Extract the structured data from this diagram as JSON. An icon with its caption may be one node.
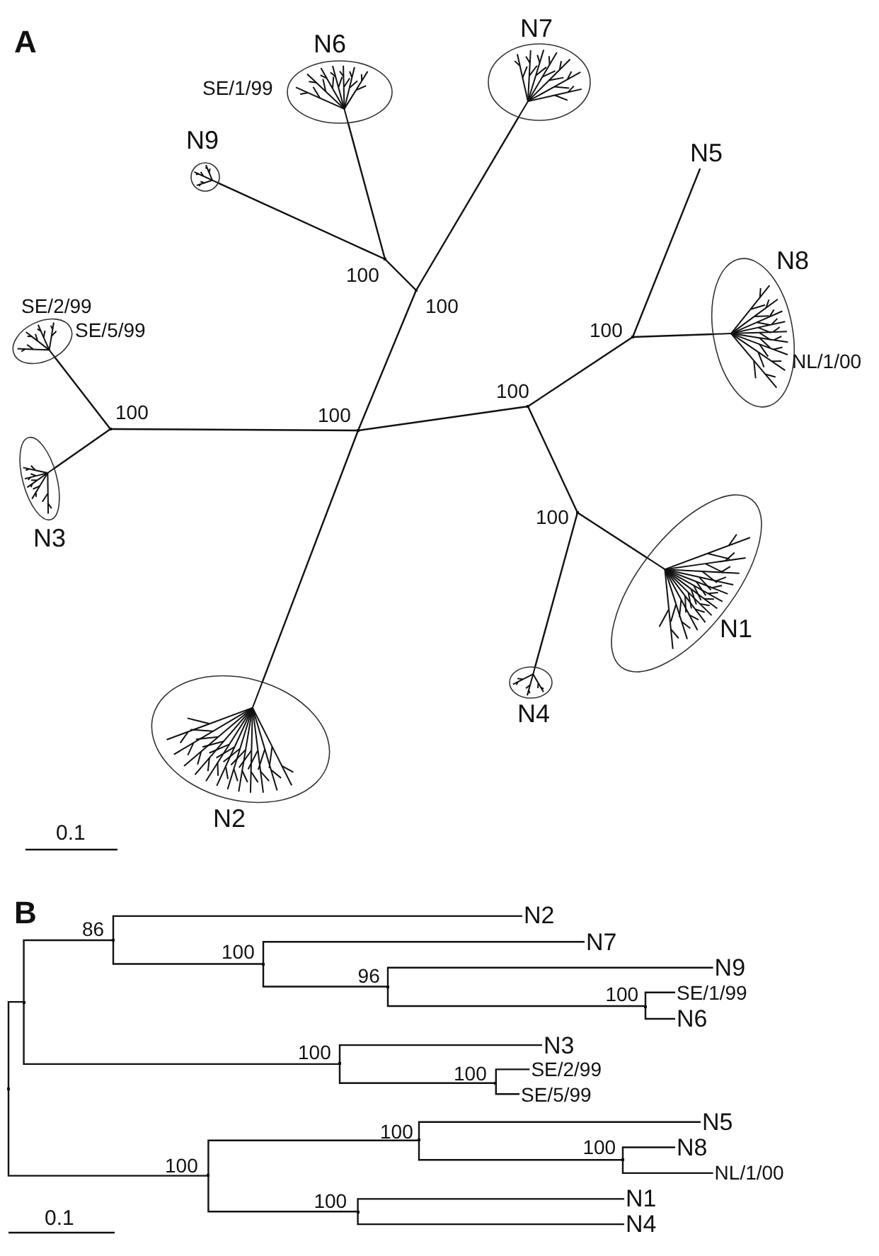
{
  "diagram": {
    "nodes": [
      {
        "text": [
          "N7"
        ]
      },
      {
        "text": [
          "N6",
          "SE/1/99"
        ]
      },
      {
        "text": [
          "N9"
        ]
      },
      {
        "text": [
          "N5"
        ]
      },
      {
        "text": [
          "N8",
          "NL/1/00"
        ]
      },
      {
        "text": [],
        "shape": "point",
        "beside": [
          "100"
        ]
      },
      {
        "text": [],
        "shape": "point",
        "beside": [
          "100"
        ]
      },
      {
        "text": [
          "SE/2/99",
          "SE/5/99"
        ]
      },
      {
        "text": [],
        "shape": "point",
        "beside": [
          "100"
        ]
      },
      {
        "text": [],
        "shape": "point",
        "beside": [
          "100"
        ]
      },
      {
        "text": [],
        "shape": "point",
        "beside": [
          "100"
        ]
      },
      {
        "text": [],
        "shape": "point",
        "beside": [
          "100"
        ]
      },
      {
        "text": [
          "N3"
        ]
      },
      {
        "text": [],
        "shape": "point",
        "beside": [
          "100"
        ]
      },
      {
        "text": [
          "N1"
        ]
      },
      {
        "text": [
          "N4"
        ]
      },
      {
        "text": [
          "N2"
        ]
      },
      {
        "text": [],
        "shape": "point"
      },
      {
        "text": [],
        "shape": "point"
      },
      {
        "text": [],
        "shape": "point",
        "beside": [
          "86"
        ]
      },
      {
        "text": [
          "N2"
        ]
      },
      {
        "text": [],
        "shape": "point",
        "beside": [
          "100"
        ]
      },
      {
        "text": [
          "N7"
        ]
      },
      {
        "text": [],
        "shape": "point",
        "beside": [
          "96"
        ]
      },
      {
        "text": [
          "N9"
        ]
      },
      {
        "text": [],
        "shape": "point",
        "beside": [
          "100"
        ]
      },
      {
        "text": [
          "SE/1/99"
        ]
      },
      {
        "text": [
          "N6"
        ]
      },
      {
        "text": [],
        "shape": "point",
        "beside": [
          "100"
        ]
      },
      {
        "text": [
          "N3"
        ]
      },
      {
        "text": [],
        "shape": "point",
        "beside": [
          "100"
        ]
      },
      {
        "text": [
          "SE/2/99"
        ]
      },
      {
        "text": [
          "SE/5/99"
        ]
      },
      {
        "text": [],
        "shape": "point",
        "beside": [
          "100"
        ]
      },
      {
        "text": [],
        "shape": "point",
        "beside": [
          "100"
        ]
      },
      {
        "text": [
          "N5"
        ]
      },
      {
        "text": [],
        "shape": "point",
        "beside": [
          "100"
        ]
      },
      {
        "text": [
          "N8"
        ]
      },
      {
        "text": [
          "NL/1/00"
        ]
      },
      {
        "text": [],
        "shape": "point",
        "beside": [
          "100"
        ]
      },
      {
        "text": [
          "N1"
        ]
      },
      {
        "text": [
          "N4"
        ]
      }
    ],
    "edges": [
      {
        "from": 6,
        "to": 0,
        "arrow": "none"
      },
      {
        "from": 5,
        "to": 1,
        "arrow": "none"
      },
      {
        "from": 5,
        "to": 2,
        "arrow": "none"
      },
      {
        "from": 8,
        "to": 3,
        "arrow": "none"
      },
      {
        "from": 8,
        "to": 4,
        "arrow": "none"
      },
      {
        "from": 6,
        "to": 5,
        "arrow": "none"
      },
      {
        "from": 10,
        "to": 6,
        "arrow": "none"
      },
      {
        "from": 9,
        "to": 7,
        "arrow": "none"
      },
      {
        "from": 11,
        "to": 8,
        "arrow": "none"
      },
      {
        "from": 10,
        "to": 9,
        "arrow": "none"
      },
      {
        "from": 9,
        "to": 12,
        "arrow": "none"
      },
      {
        "from": 10,
        "to": 11,
        "arrow": "none"
      },
      {
        "from": 13,
        "to": 14,
        "arrow": "none"
      },
      {
        "from": 13,
        "to": 15,
        "arrow": "none"
      },
      {
        "from": 10,
        "to": 16,
        "arrow": "none"
      },
      {
        "from": 11,
        "to": 13,
        "arrow": "none"
      },
      {
        "from": 17,
        "to": 18,
        "arrow": "none"
      },
      {
        "from": 17,
        "to": 33,
        "arrow": "none"
      },
      {
        "from": 18,
        "to": 19,
        "arrow": "none"
      },
      {
        "from": 18,
        "to": 28,
        "arrow": "none"
      },
      {
        "from": 19,
        "to": 20,
        "arrow": "none"
      },
      {
        "from": 19,
        "to": 21,
        "arrow": "none"
      },
      {
        "from": 21,
        "to": 22,
        "arrow": "none"
      },
      {
        "from": 21,
        "to": 23,
        "arrow": "none"
      },
      {
        "from": 23,
        "to": 24,
        "arrow": "none"
      },
      {
        "from": 23,
        "to": 25,
        "arrow": "none"
      },
      {
        "from": 25,
        "to": 26,
        "arrow": "none"
      },
      {
        "from": 25,
        "to": 27,
        "arrow": "none"
      },
      {
        "from": 28,
        "to": 29,
        "arrow": "none"
      },
      {
        "from": 28,
        "to": 30,
        "arrow": "none"
      },
      {
        "from": 30,
        "to": 31,
        "arrow": "none"
      },
      {
        "from": 30,
        "to": 32,
        "arrow": "none"
      },
      {
        "from": 33,
        "to": 34,
        "arrow": "none"
      },
      {
        "from": 33,
        "to": 39,
        "arrow": "none"
      },
      {
        "from": 34,
        "to": 35,
        "arrow": "none"
      },
      {
        "from": 34,
        "to": 36,
        "arrow": "none"
      },
      {
        "from": 36,
        "to": 37,
        "arrow": "none"
      },
      {
        "from": 36,
        "to": 38,
        "arrow": "none"
      },
      {
        "from": 39,
        "to": 40,
        "arrow": "none"
      },
      {
        "from": 39,
        "to": 41,
        "arrow": "none"
      }
    ],
    "labels": [
      "A",
      "B",
      "0.1",
      "0.1"
    ]
  }
}
